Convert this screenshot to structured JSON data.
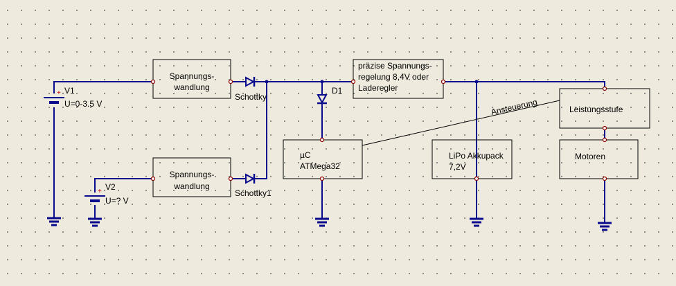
{
  "sources": {
    "v1": {
      "name": "V1",
      "value": "U=0-3.5 V"
    },
    "v2": {
      "name": "V2",
      "value": "U=? V"
    },
    "plus_sign": "+"
  },
  "blocks": {
    "converter1": {
      "lines": [
        "Spannungs-",
        "wandlung"
      ]
    },
    "converter2": {
      "lines": [
        "Spannungs-",
        "wandlung"
      ]
    },
    "regulator": {
      "lines": [
        "präzise Spannungs-",
        "regelung 8,4V oder",
        "Laderegler"
      ]
    },
    "mcu": {
      "lines": [
        "µC",
        "ATMega32"
      ]
    },
    "battery": {
      "lines": [
        "LiPo Akkupack",
        "7,2V"
      ]
    },
    "power_stage": {
      "lines": [
        "Leistungsstufe"
      ]
    },
    "motors": {
      "lines": [
        "Motoren"
      ]
    }
  },
  "diodes": {
    "schottky": "Schottky",
    "schottky1": "Schottky1",
    "d1": "D1"
  },
  "signal_label": "Ansteuerung"
}
